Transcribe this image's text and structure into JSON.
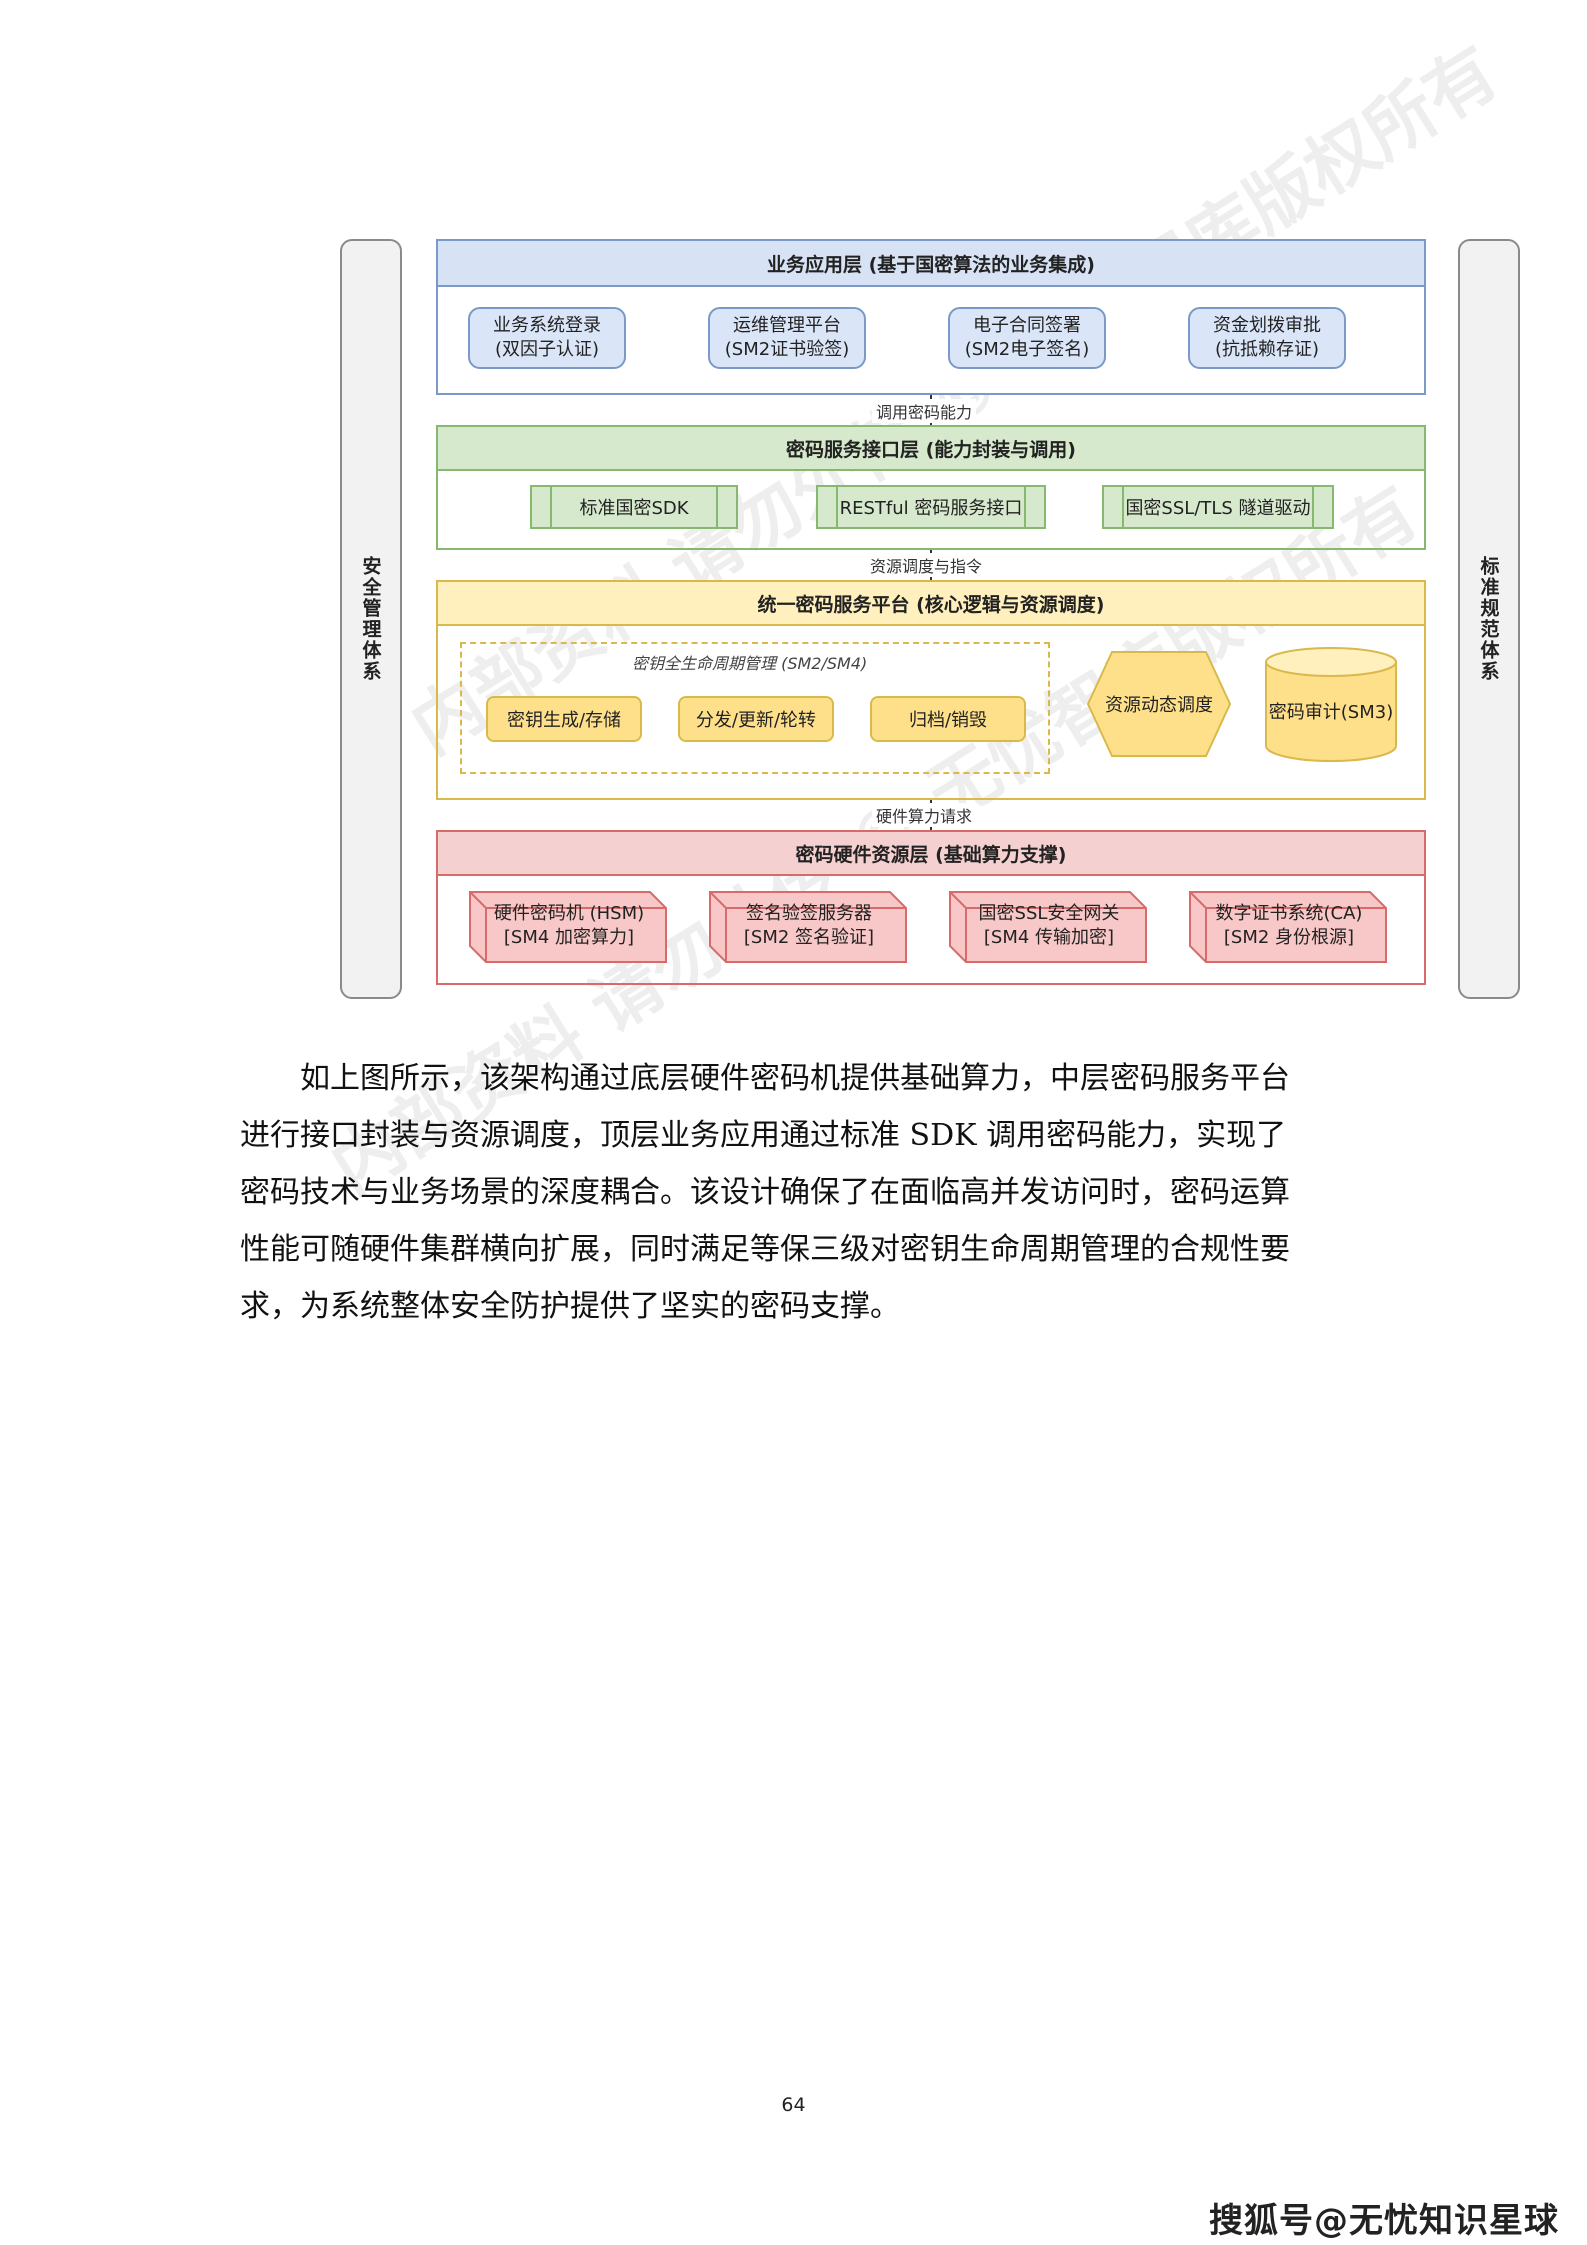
{
  "diagram": {
    "left_bar": "安全管理体系",
    "right_bar": "标准规范体系",
    "layer1": {
      "title": "业务应用层 (基于国密算法的业务集成)",
      "items": [
        {
          "line1": "业务系统登录",
          "line2": "(双因子认证)"
        },
        {
          "line1": "运维管理平台",
          "line2": "(SM2证书验签)"
        },
        {
          "line1": "电子合同签署",
          "line2": "(SM2电子签名)"
        },
        {
          "line1": "资金划拨审批",
          "line2": "(抗抵赖存证)"
        }
      ]
    },
    "conn1": "调用密码能力",
    "layer2": {
      "title": "密码服务接口层 (能力封装与调用)",
      "items": [
        "标准国密SDK",
        "RESTful 密码服务接口",
        "国密SSL/TLS 隧道驱动"
      ]
    },
    "conn2": "资源调度与指令",
    "layer3": {
      "title": "统一密码服务平台 (核心逻辑与资源调度)",
      "group_caption": "密钥全生命周期管理 (SM2/SM4)",
      "key_items": [
        "密钥生成/存储",
        "分发/更新/轮转",
        "归档/销毁"
      ],
      "hexagon": "资源动态调度",
      "cylinder": "密码审计(SM3)"
    },
    "conn3": "硬件算力请求",
    "layer4": {
      "title": "密码硬件资源层 (基础算力支撑)",
      "items": [
        {
          "line1": "硬件密码机 (HSM)",
          "line2": "[SM4 加密算力]"
        },
        {
          "line1": "签名验签服务器",
          "line2": "[SM2 签名验证]"
        },
        {
          "line1": "国密SSL安全网关",
          "line2": "[SM4 传输加密]"
        },
        {
          "line1": "数字证书系统(CA)",
          "line2": "[SM2 身份根源]"
        }
      ]
    },
    "watermark_text": "内部资料 请勿外传 © 无忧智库版权所有"
  },
  "paragraph": {
    "lines": [
      "　　如上图所示，该架构通过底层硬件密码机提供基础算力，中层密码服务平台",
      "进行接口封装与资源调度，顶层业务应用通过标准 SDK 调用密码能力，实现了",
      "密码技术与业务场景的深度耦合。该设计确保了在面临高并发访问时，密码运算",
      "性能可随硬件集群横向扩展，同时满足等保三级对密钥生命周期管理的合规性要",
      "求，为系统整体安全防护提供了坚实的密码支撑。"
    ]
  },
  "page_number": "64",
  "brand": "搜狐号@无忧知识星球"
}
